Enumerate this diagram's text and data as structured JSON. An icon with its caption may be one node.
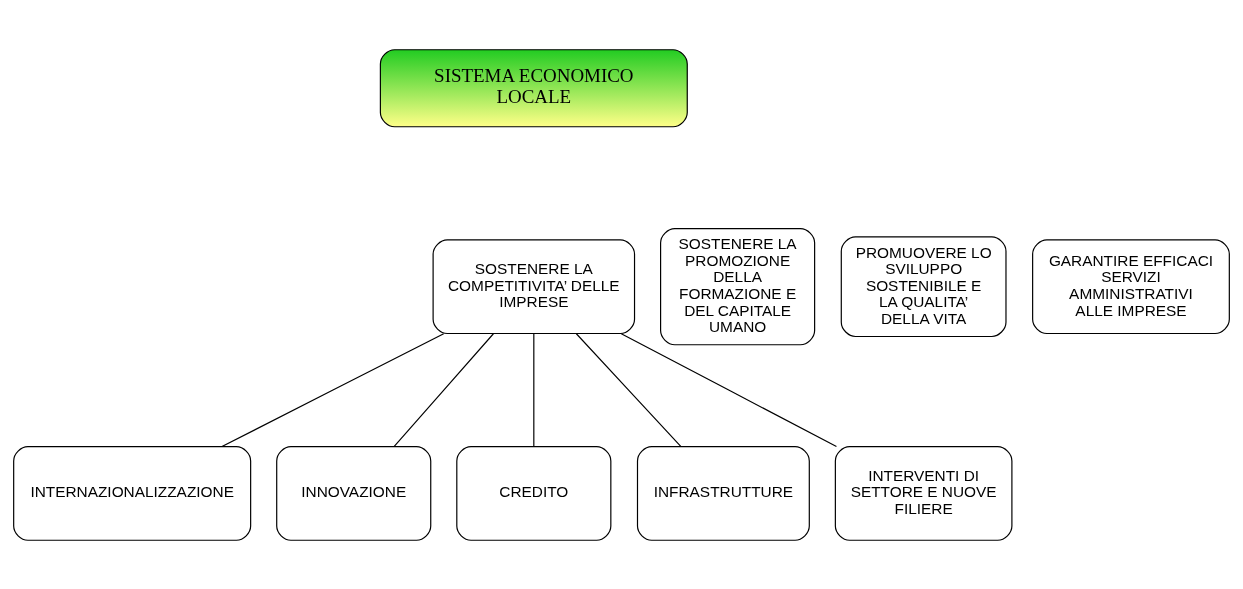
{
  "diagram": {
    "nodes": [
      {
        "text": [
          "SISTEMA ECONOMICO LOCALE"
        ]
      },
      {
        "text": [
          "SOSTENERE LA COMPETITIVITA’ DELLE IMPRESE"
        ]
      },
      {
        "text": [
          "SOSTENERE LA PROMOZIONE DELLA FORMAZIONE E DEL CAPITALE UMANO"
        ]
      },
      {
        "text": [
          "PROMUOVERE LO SVILUPPO SOSTENIBILE E LA QUALITA’ DELLA VITA"
        ]
      },
      {
        "text": [
          "GARANTIRE EFFICACI SERVIZI AMMINISTRATIVI ALLE IMPRESE"
        ]
      },
      {
        "text": [
          "INTERNAZIONALIZZAZIONE"
        ]
      },
      {
        "text": [
          "INNOVAZIONE"
        ]
      },
      {
        "text": [
          "CREDITO"
        ]
      },
      {
        "text": [
          "INFRASTRUTTURE"
        ]
      },
      {
        "text": [
          "INTERVENTI DI SETTORE E NUOVE FILIERE"
        ]
      }
    ],
    "edges": [
      {
        "from": 1,
        "to": 5,
        "arrow": "none"
      },
      {
        "from": 1,
        "to": 6,
        "arrow": "none"
      },
      {
        "from": 1,
        "to": 7,
        "arrow": "none"
      },
      {
        "from": 1,
        "to": 8,
        "arrow": "none"
      },
      {
        "from": 1,
        "to": 9,
        "arrow": "none"
      }
    ]
  }
}
